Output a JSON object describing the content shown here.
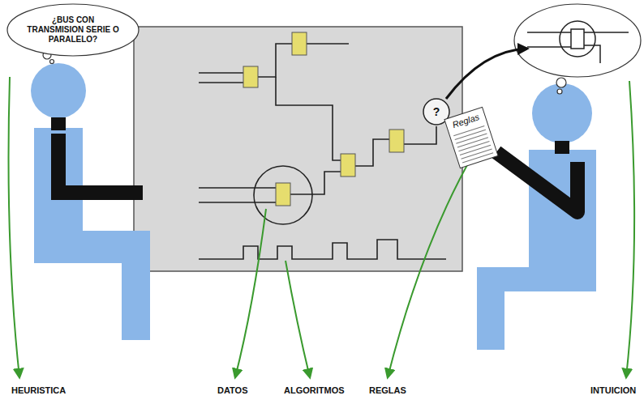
{
  "diagram": {
    "nodes": [
      {
        "text": [
          "¿BUS CON TRANSMISION SERIE O PARALELO?"
        ]
      },
      {
        "text": [
          "?"
        ]
      },
      {
        "text": [
          "Reglas"
        ]
      }
    ],
    "labels": [
      "HEURISTICA",
      "DATOS",
      "ALGORITMOS",
      "REGLAS",
      "INTUICION"
    ]
  }
}
